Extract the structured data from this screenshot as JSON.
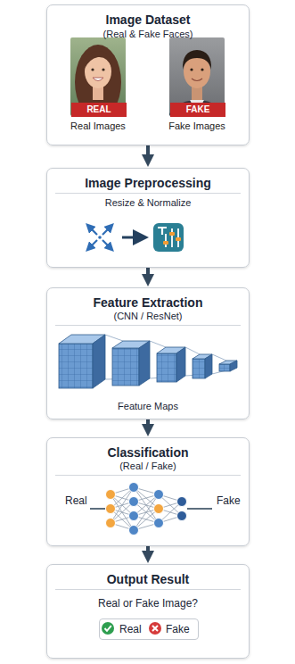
{
  "diagram": {
    "nodes": [
      {
        "text": [
          "Image Dataset",
          "(Real & Fake Faces)"
        ]
      },
      {
        "text": [
          "REAL"
        ],
        "in": 0
      },
      {
        "text": [
          "FAKE"
        ],
        "in": 0
      },
      {
        "text": [
          "Image Preprocessing",
          "Resize & Normalize"
        ]
      },
      {
        "text": [
          "Feature Extraction",
          "(CNN / ResNet)",
          "Feature Maps"
        ]
      },
      {
        "text": [
          "Classification",
          "(Real / Fake)",
          "Real",
          "Fake"
        ]
      },
      {
        "text": [
          "Output Result",
          "Real or Fake Image?"
        ]
      },
      {
        "text": [
          "Real",
          "Fake"
        ],
        "in": 6
      }
    ],
    "edges": [
      {
        "from": 0,
        "to": 3,
        "arrow": "to"
      },
      {
        "from": 3,
        "to": 4,
        "arrow": "to"
      },
      {
        "from": 4,
        "to": 5,
        "arrow": "to"
      },
      {
        "from": 5,
        "to": 6,
        "arrow": "to"
      }
    ],
    "labels": [
      "Real Images",
      "Fake Images"
    ]
  }
}
